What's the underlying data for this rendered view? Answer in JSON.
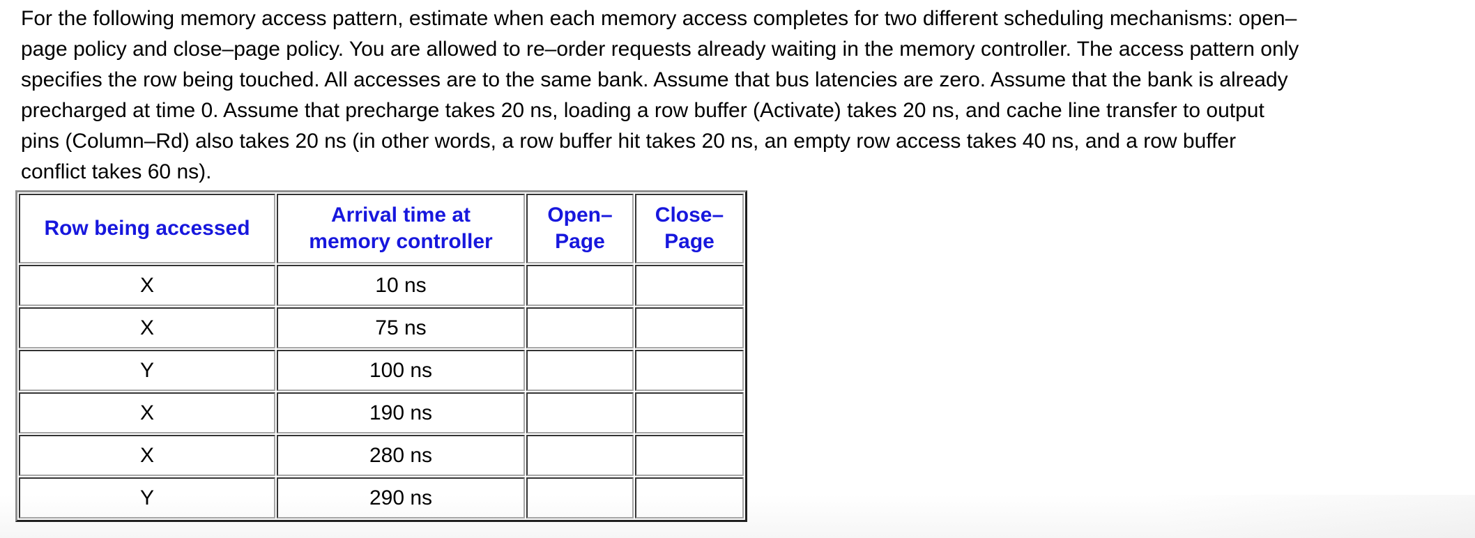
{
  "colors": {
    "header_text_blue": "#1717dd",
    "body_text": "#000000",
    "page_background": "#ffffff"
  },
  "question": {
    "lines": [
      "For the following memory access pattern, estimate when each memory access completes for two different scheduling mechanisms: open–",
      "page policy and close–page policy. You are allowed to re–order requests already waiting in the memory controller. The access pattern only",
      "specifies the row being touched. All accesses are to the same bank. Assume that bus latencies are zero. Assume that the bank is already",
      "precharged at time 0. Assume that precharge takes 20 ns, loading a row buffer (Activate) takes 20 ns, and cache line transfer to output",
      "pins (Column–Rd) also takes 20 ns (in other words, a row buffer hit takes 20 ns, an empty row access takes 40 ns, and a row buffer",
      "conflict takes 60 ns)."
    ],
    "full_text": "For the following memory access pattern, estimate when each memory access completes for two different scheduling mechanisms: open–page policy and close–page policy. You are allowed to re–order requests already waiting in the memory controller. The access pattern only specifies the row being touched. All accesses are to the same bank. Assume that bus latencies are zero. Assume that the bank is already precharged at time 0. Assume that precharge takes 20 ns, loading a row buffer (Activate) takes 20 ns, and cache line transfer to output pins (Column–Rd) also takes 20 ns (in other words, a row buffer hit takes 20 ns, an empty row access takes 40 ns, and a row buffer conflict takes 60 ns)."
  },
  "table": {
    "headers": [
      {
        "label": "Row being accessed",
        "lines": [
          "Row being accessed"
        ]
      },
      {
        "label": "Arrival time at memory controller",
        "lines": [
          "Arrival time at",
          "memory controller"
        ]
      },
      {
        "label": "Open–Page",
        "lines": [
          "Open–",
          "Page"
        ]
      },
      {
        "label": "Close–Page",
        "lines": [
          "Close–",
          "Page"
        ]
      }
    ],
    "rows": [
      [
        "X",
        "10 ns",
        "",
        ""
      ],
      [
        "X",
        "75 ns",
        "",
        ""
      ],
      [
        "Y",
        "100 ns",
        "",
        ""
      ],
      [
        "X",
        "190 ns",
        "",
        ""
      ],
      [
        "X",
        "280 ns",
        "",
        ""
      ],
      [
        "Y",
        "290 ns",
        "",
        ""
      ]
    ]
  }
}
